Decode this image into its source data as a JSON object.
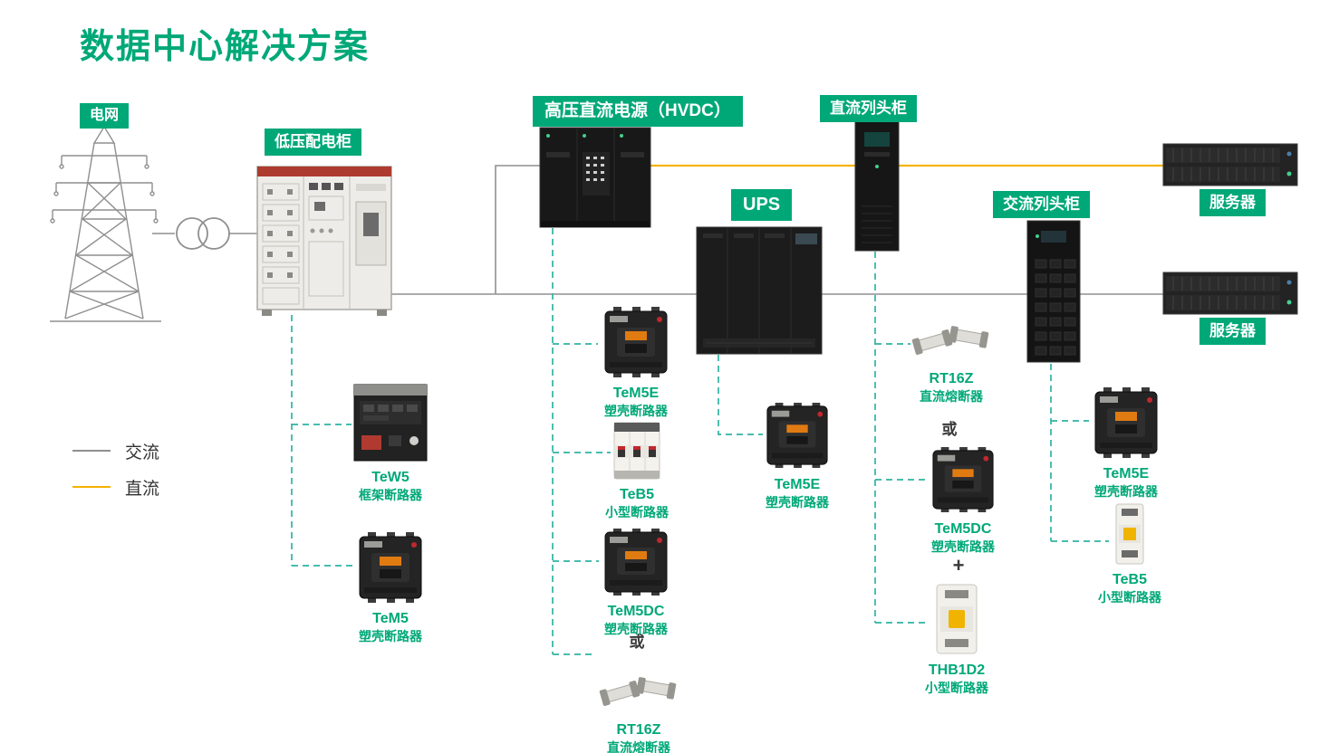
{
  "title": "数据中心解决方案",
  "legend": {
    "ac_label": "交流",
    "dc_label": "直流"
  },
  "nodes": {
    "grid": "电网",
    "lv_cabinet": "低压配电柜",
    "hvdc": "高压直流电源（HVDC）",
    "dc_row": "直流列头柜",
    "ups": "UPS",
    "ac_row": "交流列头柜",
    "server_top": "服务器",
    "server_bottom": "服务器"
  },
  "connectors": {
    "or_1": "或",
    "or_2": "或",
    "plus": "+"
  },
  "products": [
    {
      "name": "TeW5",
      "desc": "框架断路器"
    },
    {
      "name": "TeM5",
      "desc": "塑壳断路器"
    },
    {
      "name": "TeM5E",
      "desc": "塑壳断路器"
    },
    {
      "name": "TeB5",
      "desc": "小型断路器"
    },
    {
      "name": "TeM5DC",
      "desc": "塑壳断路器"
    },
    {
      "name": "RT16Z",
      "desc": "直流熔断器"
    },
    {
      "name": "TeM5E",
      "desc": "塑壳断路器"
    },
    {
      "name": "RT16Z",
      "desc": "直流熔断器"
    },
    {
      "name": "TeM5DC",
      "desc": "塑壳断路器"
    },
    {
      "name": "THB1D2",
      "desc": "小型断路器"
    },
    {
      "name": "TeM5E",
      "desc": "塑壳断路器"
    },
    {
      "name": "TeB5",
      "desc": "小型断路器"
    }
  ],
  "colors": {
    "accent_green": "#00A878",
    "dashed_teal": "#2FB3A3",
    "dc_yellow": "#F5B300",
    "ac_gray": "#8F8F8F"
  }
}
